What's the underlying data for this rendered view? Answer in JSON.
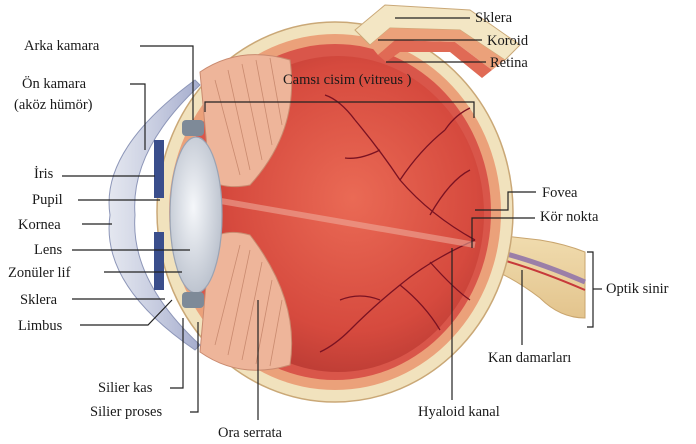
{
  "diagram": {
    "labels": {
      "sklera_top": "Sklera",
      "koroid": "Koroid",
      "retina": "Retina",
      "arka_kamara": "Arka kamara",
      "camsi_cisim": "Camsı cisim (vitreus )",
      "on_kamara_1": "Ön kamara",
      "on_kamara_2": "(aköz hümör)",
      "iris": "İris",
      "pupil": "Pupil",
      "kornea": "Kornea",
      "lens": "Lens",
      "zonuler_lif": "Zonüler lif",
      "sklera_left": "Sklera",
      "limbus": "Limbus",
      "fovea": "Fovea",
      "kor_nokta": "Kör nokta",
      "optik_sinir": "Optik sinir",
      "kan_damarlari": "Kan damarları",
      "silier_kas": "Silier kas",
      "silier_proses": "Silier proses",
      "ora_serrata": "Ora serrata",
      "hyaloid_kanal": "Hyaloid kanal"
    },
    "colors": {
      "sclera": "#f3e6c4",
      "choroid": "#e8a27a",
      "retina_layer": "#d9564a",
      "vitreous": "#d8463c",
      "lens": "#dfe4ea",
      "iris": "#3a4e8c",
      "vessel": "#7a1222"
    }
  }
}
